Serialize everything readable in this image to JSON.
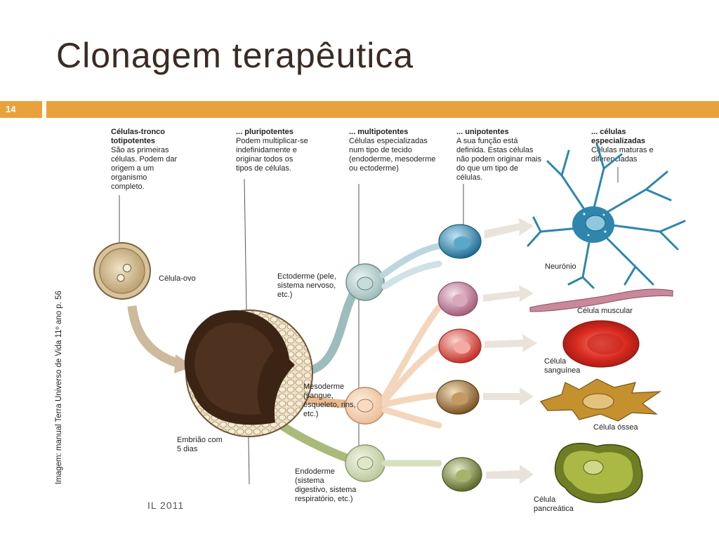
{
  "slide": {
    "title": "Clonagem terapêutica",
    "number": "14",
    "credit": "Imagem: manual Terra Universo de Vida 11º ano p. 56",
    "footer": "IL 2011"
  },
  "headers": [
    {
      "head": [
        "Células-tronco",
        "totipotentes"
      ],
      "body": [
        "São as primeiras",
        "células. Podem dar",
        "origem a um",
        "organismo",
        "completo."
      ]
    },
    {
      "head": [
        "... pluripotentes"
      ],
      "body": [
        "Podem multiplicar-se",
        "indefinidamente e",
        "originar todos os",
        "tipos de células."
      ]
    },
    {
      "head": [
        "... multipotentes"
      ],
      "body": [
        "Células especializadas",
        "num tipo de tecido",
        "(endoderme, mesoderme",
        "ou ectoderme)"
      ]
    },
    {
      "head": [
        "... unipotentes"
      ],
      "body": [
        "A sua função está",
        "definida. Estas células",
        "não podem originar mais",
        "do que um tipo de",
        "células."
      ]
    },
    {
      "head": [
        "... células",
        "especializadas"
      ],
      "body": [
        "Células maturas e",
        "diferenciadas"
      ]
    }
  ],
  "labels": {
    "celula_ovo": [
      "Célula-ovo"
    ],
    "embriao": [
      "Embrião com",
      "5 dias"
    ],
    "ectoderme": [
      "Ectoderme (pele,",
      "sistema nervoso,",
      "etc.)"
    ],
    "mesoderme": [
      "Mesoderme",
      "(sangue,",
      "esqueleto, rins,",
      "etc.)"
    ],
    "endoderme": [
      "Endoderme",
      "(sistema",
      "digestivo, sistema",
      "respiratório, etc.)"
    ],
    "neuronio": [
      "Neurónio"
    ],
    "muscular": [
      "Célula muscular"
    ],
    "sanguinea": [
      "Célula",
      "sanguínea"
    ],
    "ossea": [
      "Célula óssea"
    ],
    "pancreatica": [
      "Célula",
      "pancreática"
    ]
  },
  "colors": {
    "accent_bar": "#e9a23b",
    "ectoderm": "#a9c4c2",
    "mesoderm": "#f0c7a3",
    "endoderm": "#c9d3ae",
    "neuron": "#2e86ad",
    "muscle": "#c9899a",
    "blood": "#e23b2f",
    "bone": "#b6862d",
    "pancreas": "#7a8a2b"
  }
}
